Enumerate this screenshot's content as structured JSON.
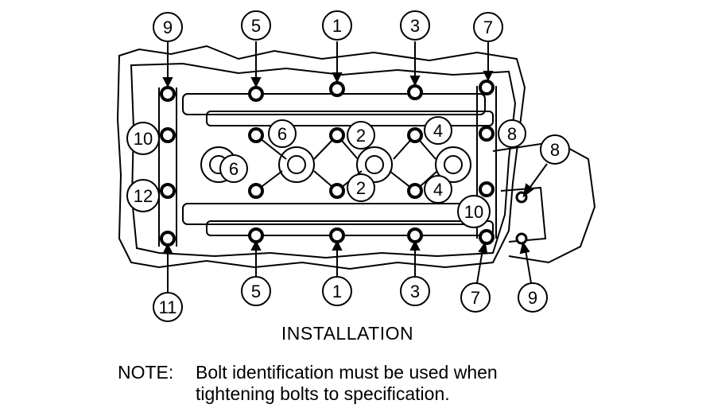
{
  "callouts": {
    "top": [
      "9",
      "5",
      "1",
      "3",
      "7"
    ],
    "bottom": [
      "11",
      "5",
      "1",
      "3",
      "7",
      "9"
    ],
    "inner": [
      "10",
      "12",
      "6",
      "6",
      "2",
      "2",
      "4",
      "4",
      "8",
      "8",
      "10"
    ]
  },
  "caption": "INSTALLATION",
  "note": {
    "label": "NOTE:",
    "line1": "Bolt identification must be used when",
    "line2": "tightening bolts to specification."
  }
}
